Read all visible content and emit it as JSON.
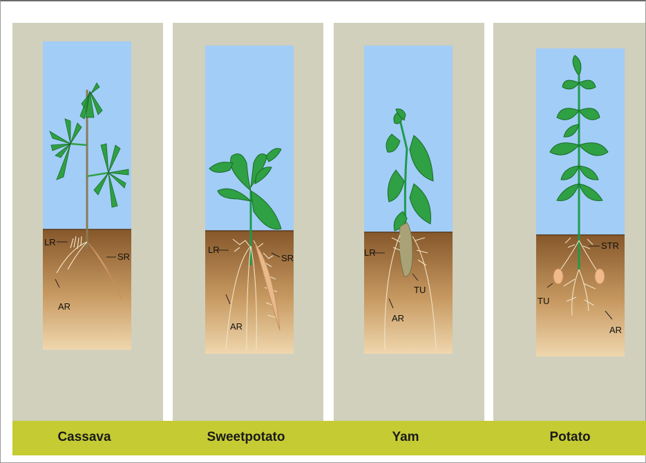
{
  "panels": [
    {
      "name": "Cassava",
      "labels": [
        "LR",
        "SR",
        "AR"
      ]
    },
    {
      "name": "Sweetpotato",
      "labels": [
        "LR",
        "SR",
        "AR"
      ]
    },
    {
      "name": "Yam",
      "labels": [
        "LR",
        "TU",
        "AR"
      ]
    },
    {
      "name": "Potato",
      "labels": [
        "STR",
        "TU",
        "AR"
      ]
    }
  ],
  "colors": {
    "panel_bg": "#d0d0bd",
    "sky": "#a2cdf7",
    "soil_top": "#8a5a2b",
    "soil_bottom": "#ecd2a6",
    "leaf": "#2fa043",
    "stem": "#1e9a4c",
    "caption_bar": "#c5cb33"
  }
}
